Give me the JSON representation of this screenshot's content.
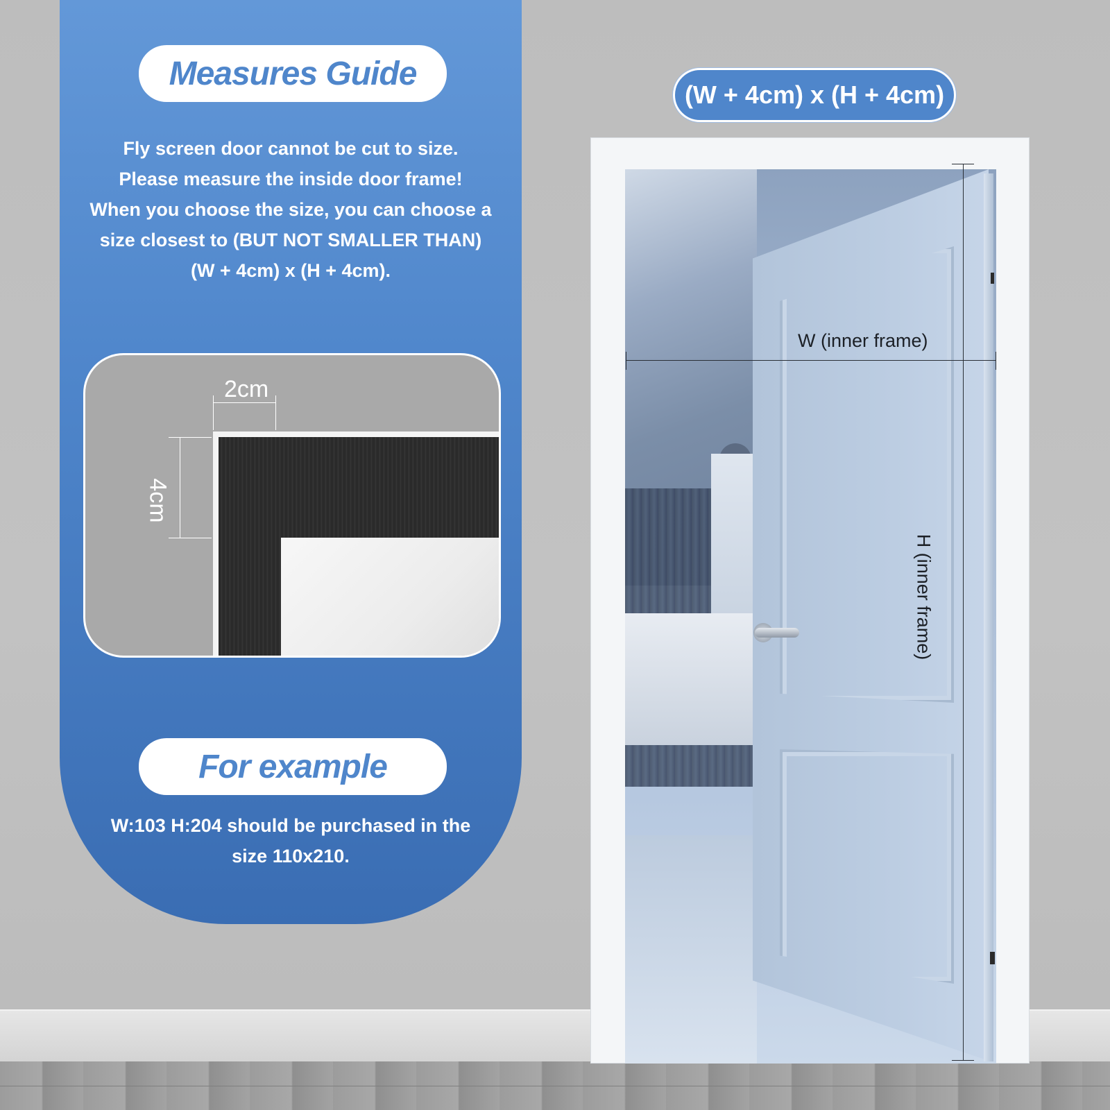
{
  "guide": {
    "title": "Measures Guide",
    "lines": [
      "Fly screen door cannot be cut to size.",
      "Please measure the inside door frame!",
      "When you choose the size, you can choose a",
      "size closest to (BUT NOT SMALLER THAN)",
      "(W + 4cm) x (H + 4cm)."
    ]
  },
  "closeup": {
    "width_label": "2cm",
    "height_label": "4cm"
  },
  "example": {
    "title": "For example",
    "line1": "W:103 H:204 should be purchased in the",
    "line2": "size 110x210."
  },
  "door": {
    "size_formula": "(W + 4cm) x (H + 4cm)",
    "width_label": "W (inner frame)",
    "height_label": "H (inner frame)"
  },
  "colors": {
    "accent_blue": "#4f86cb",
    "wall_gray": "#bdbdbd",
    "text_white": "#ffffff"
  }
}
